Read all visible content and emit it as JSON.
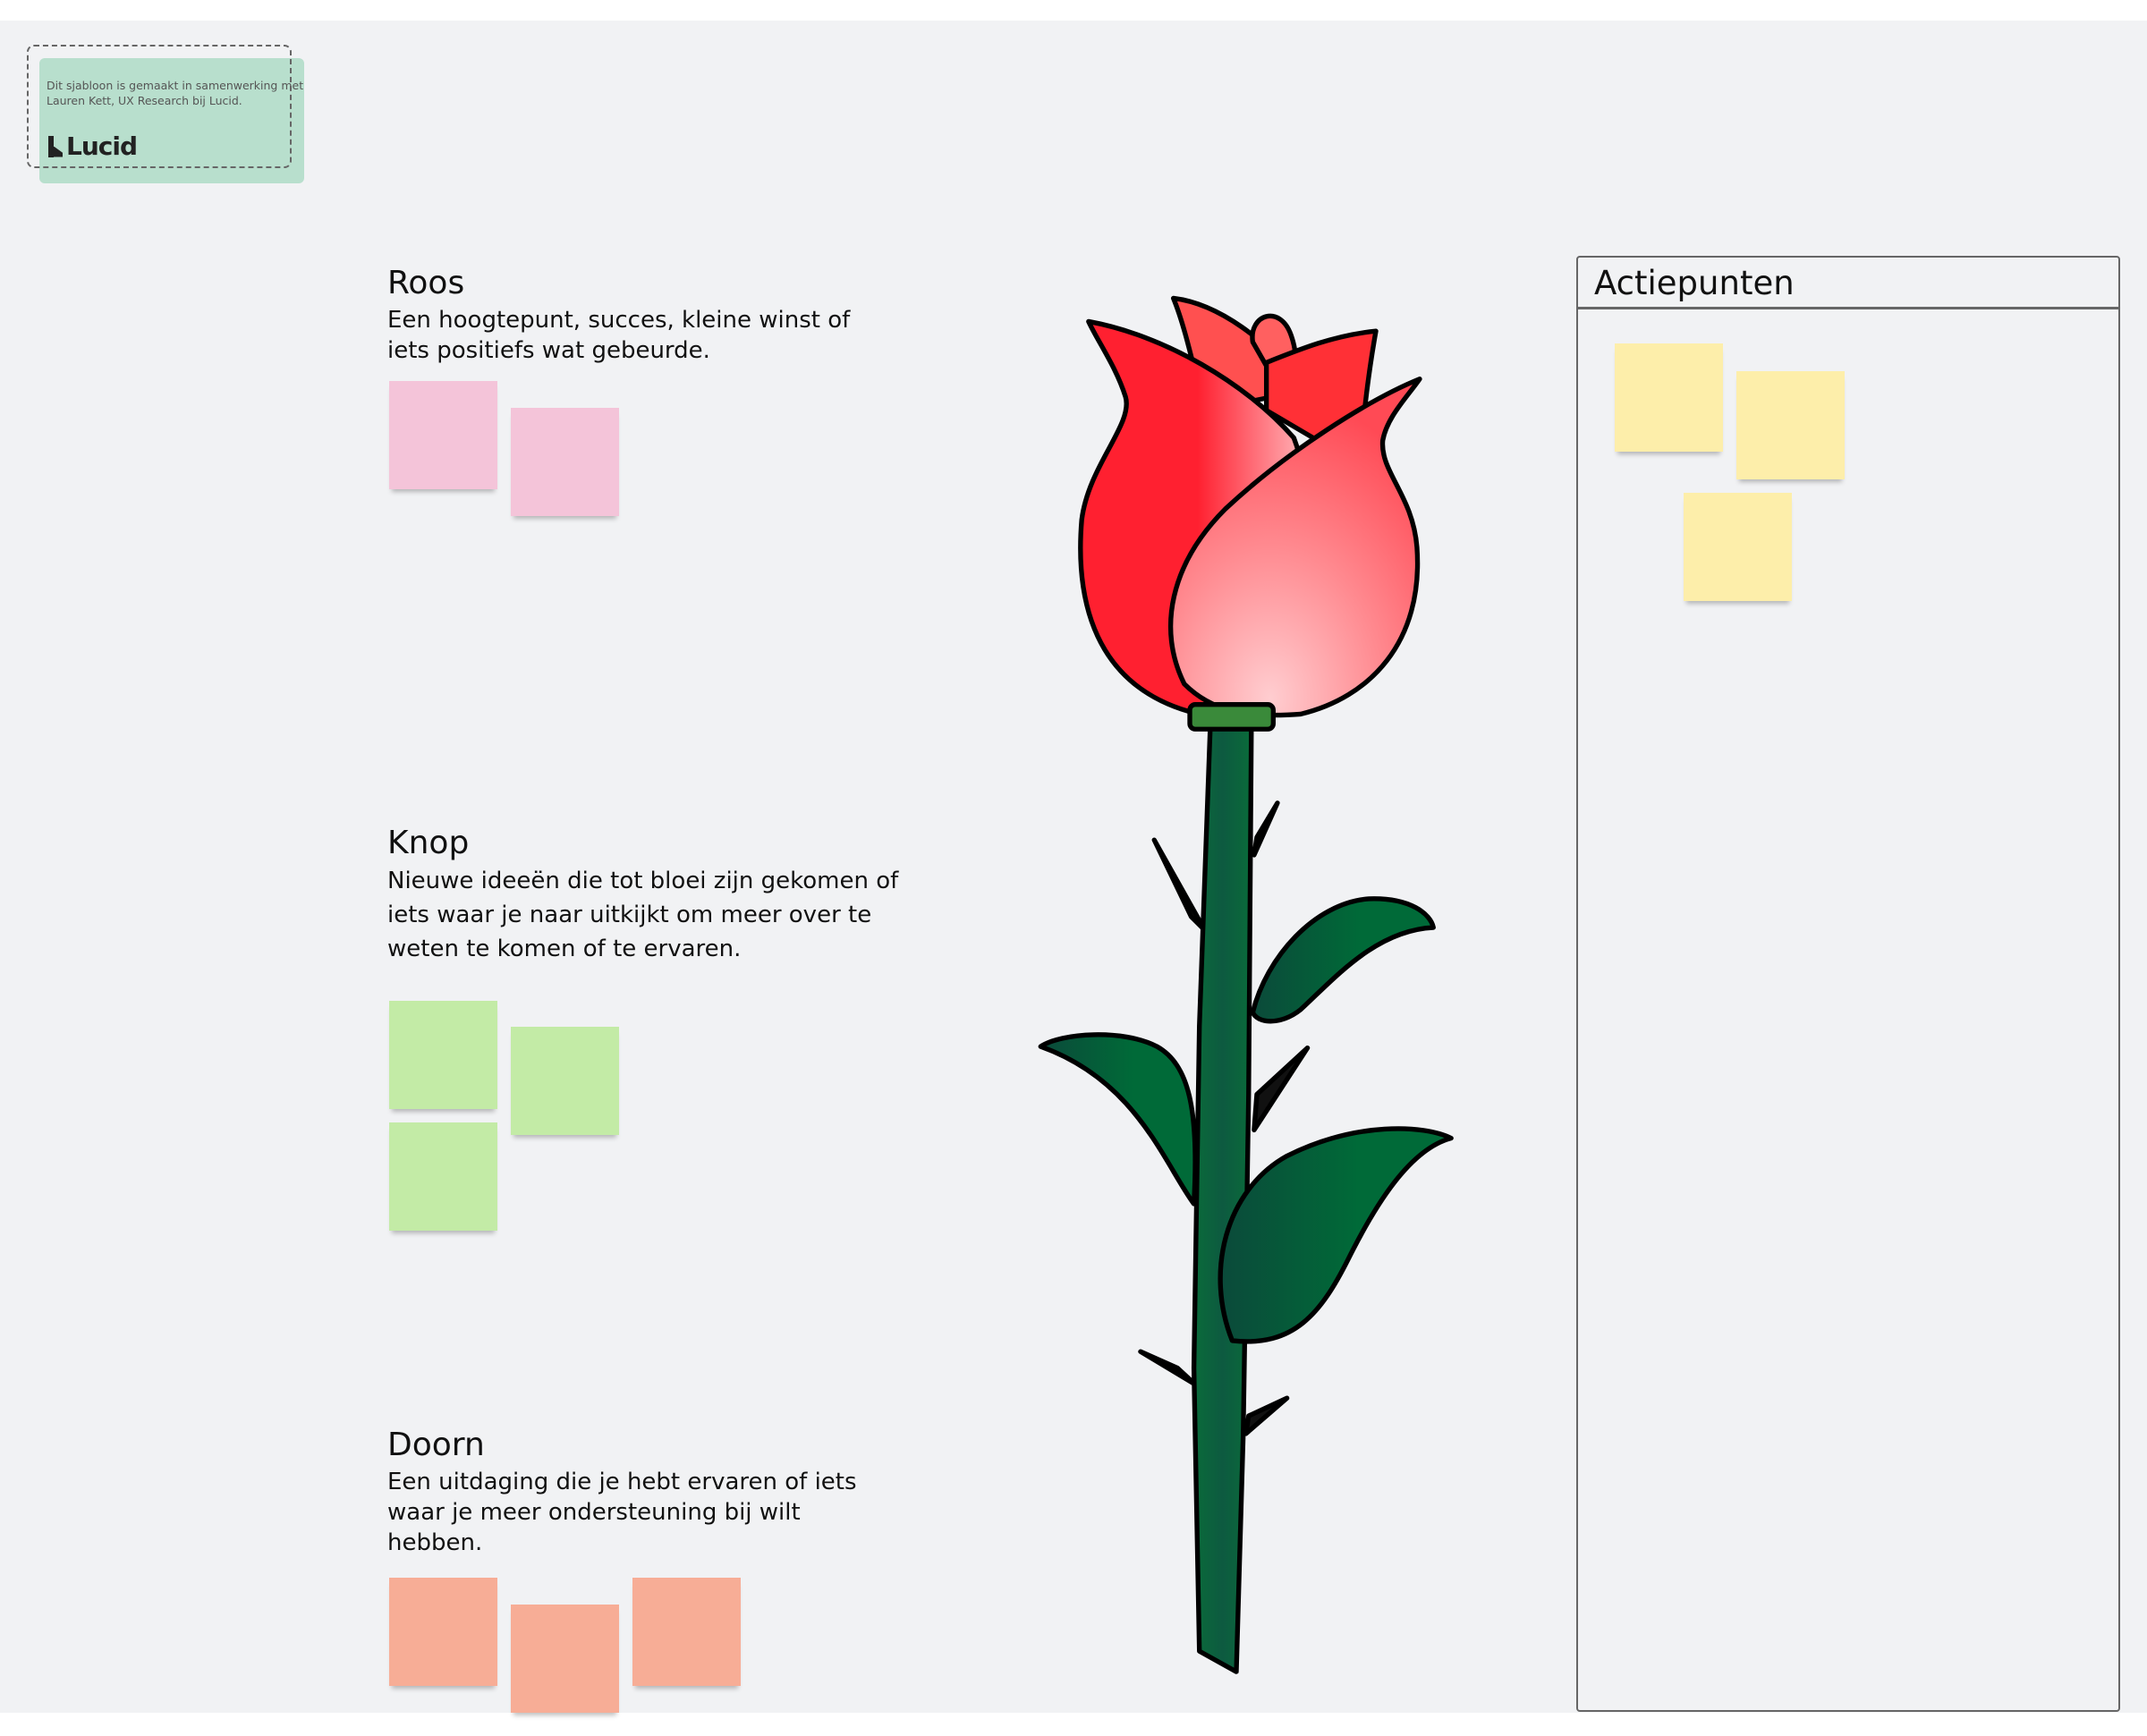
{
  "credit": {
    "text": "Dit sjabloon is gemaakt in samenwerking met Lauren Kett, UX Research bij Lucid.",
    "logo": "Lucid"
  },
  "sections": [
    {
      "title": "Roos",
      "description": "Een hoogtepunt, succes, kleine winst of iets positiefs wat gebeurde.",
      "sticky_color": "#f4c4d9",
      "sticky_count": 2
    },
    {
      "title": "Knop",
      "description": "Nieuwe ideeën die tot bloei zijn gekomen of iets waar je naar uitkijkt om meer over te weten te komen of  te ervaren.",
      "sticky_color": "#c3eba6",
      "sticky_count": 3
    },
    {
      "title": "Doorn",
      "description": "Een uitdaging die je hebt ervaren of iets waar je meer ondersteuning bij wilt hebben.",
      "sticky_color": "#f7ad96",
      "sticky_count": 3
    }
  ],
  "action_panel": {
    "title": "Actiepunten",
    "sticky_color": "#fdeeaa",
    "sticky_count": 3
  },
  "colors": {
    "canvas": "#f1f2f4",
    "rose_red": "#ff2030",
    "stem_green": "#0a6b3a"
  }
}
